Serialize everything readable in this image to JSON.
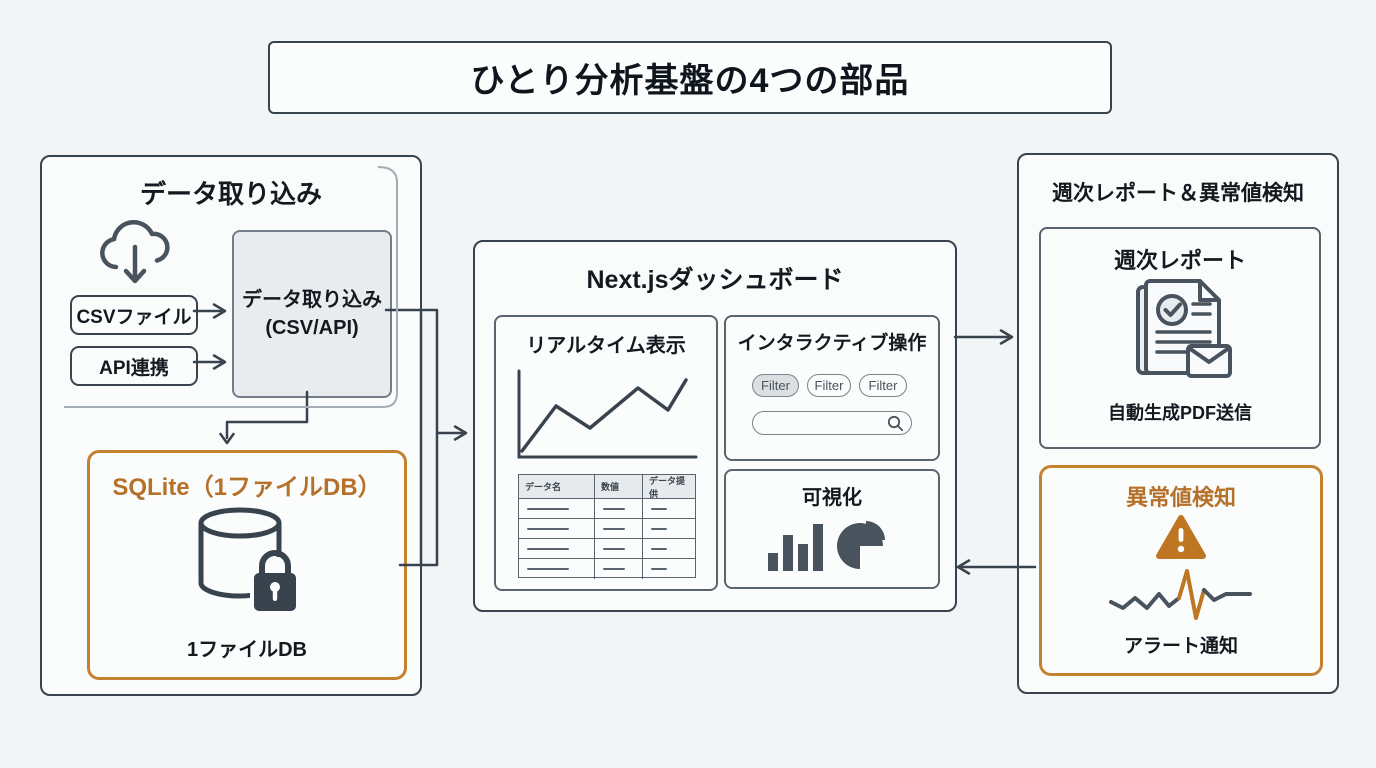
{
  "title": "ひとり分析基盤の4つの部品",
  "colors": {
    "accent_orange": "#c5812f",
    "accent_orange_text": "#b5702a",
    "stroke_dark": "#39434d",
    "panel_bg": "#fafcfc"
  },
  "icons": [
    "cloud-download-icon",
    "database-lock-icon",
    "line-chart-icon",
    "search-icon",
    "bar-chart-icon",
    "pie-chart-icon",
    "report-document-icon",
    "warning-triangle-icon",
    "anomaly-spike-icon"
  ],
  "ingest_panel": {
    "header": "データ取り込み",
    "csv_source": "CSVファイル",
    "api_source": "API連携",
    "ingest_box_line1": "データ取り込み",
    "ingest_box_line2": "(CSV/API)",
    "sqlite": {
      "title": "SQLite（1ファイルDB）",
      "label": "1ファイルDB"
    }
  },
  "dashboard_panel": {
    "header": "Next.jsダッシュボード",
    "realtime": {
      "title": "リアルタイム表示",
      "table_headers": [
        "データ名",
        "数値",
        "データ提供"
      ],
      "table_row_count": 4
    },
    "interactive": {
      "title": "インタラクティブ操作",
      "filters": [
        "Filter",
        "Filter",
        "Filter"
      ]
    },
    "viz": {
      "title": "可視化"
    }
  },
  "report_panel": {
    "header": "週次レポート＆異常値検知",
    "weekly": {
      "title": "週次レポート",
      "label": "自動生成PDF送信"
    },
    "anomaly": {
      "title": "異常値検知",
      "label": "アラート通知"
    }
  }
}
